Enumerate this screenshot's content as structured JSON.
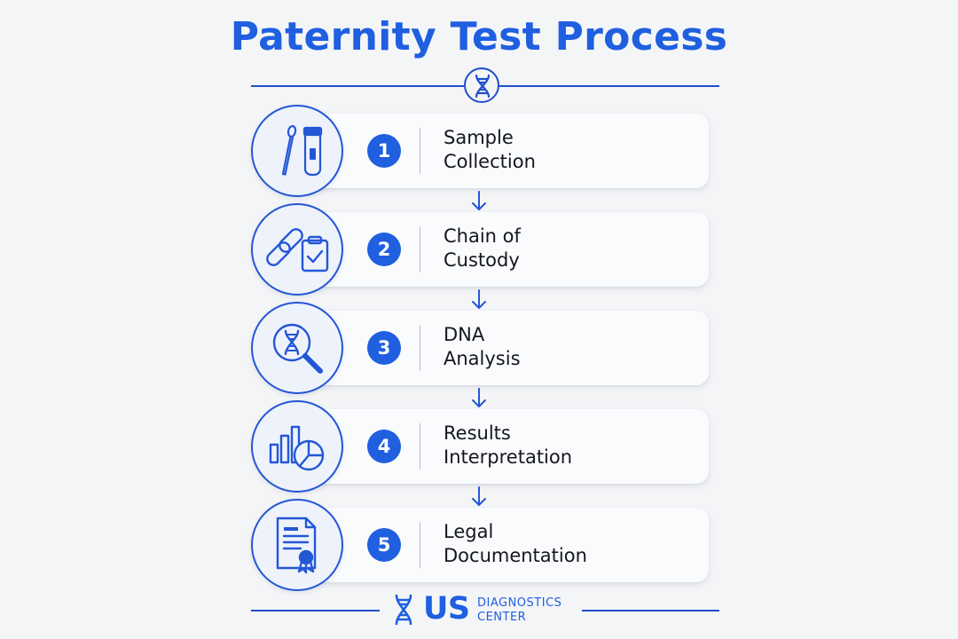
{
  "title": "Paternity Test Process",
  "steps": [
    {
      "number": "1",
      "line1": "Sample",
      "line2": "Collection",
      "icon": "swab-and-tube-icon"
    },
    {
      "number": "2",
      "line1": "Chain of",
      "line2": "Custody",
      "icon": "chain-link-clipboard-icon"
    },
    {
      "number": "3",
      "line1": "DNA",
      "line2": "Analysis",
      "icon": "magnifier-dna-icon"
    },
    {
      "number": "4",
      "line1": "Results",
      "line2": "Interpretation",
      "icon": "bar-pie-chart-icon"
    },
    {
      "number": "5",
      "line1": "Legal",
      "line2": "Documentation",
      "icon": "certificate-document-icon"
    }
  ],
  "footer": {
    "brand": "US",
    "line1": "DIAGNOSTICS",
    "line2": "CENTER"
  },
  "colors": {
    "accent": "#1f5fe0",
    "icon_stroke": "#2457d6",
    "background": "#f4f5f7",
    "card": "#fafbfc",
    "text": "#14171d"
  }
}
